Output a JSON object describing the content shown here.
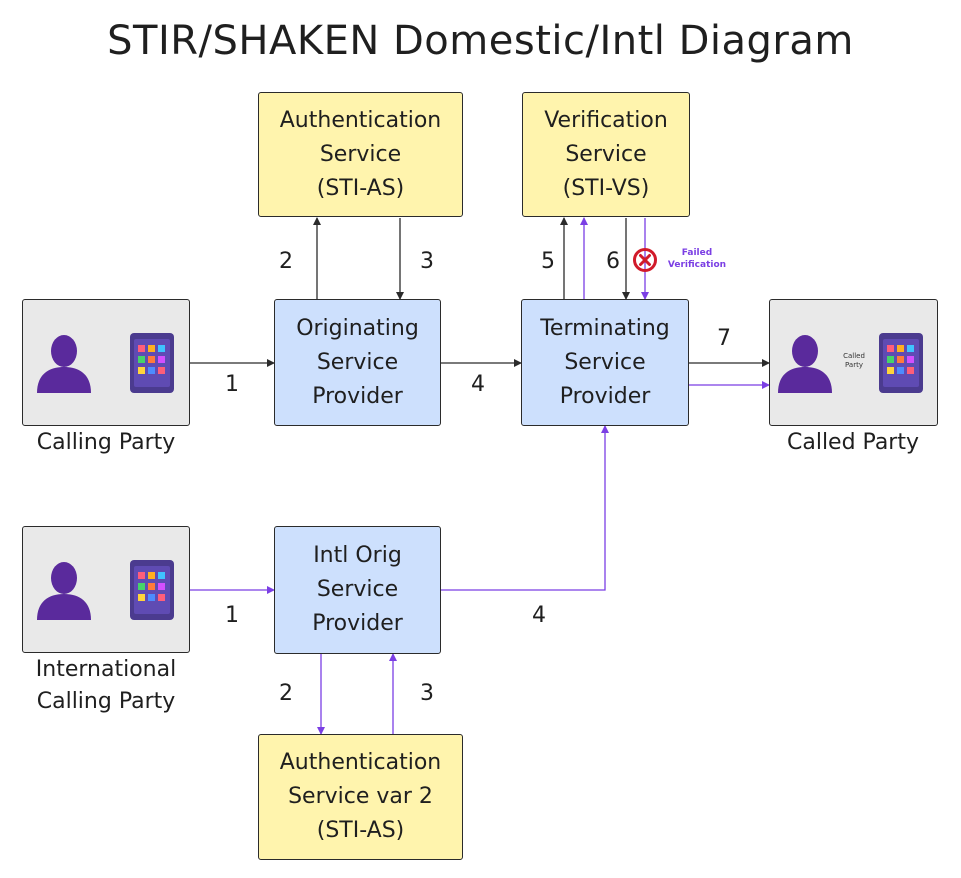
{
  "title": "STIR/SHAKEN Domestic/Intl Diagram",
  "boxes": {
    "auth_service": "Authentication\nService\n(STI-AS)",
    "verification_service": "Verification\nService\n(STI-VS)",
    "originating_sp": "Originating\nService\nProvider",
    "terminating_sp": "Terminating\nService\nProvider",
    "intl_orig_sp": "Intl Orig\nService\nProvider",
    "auth_service_2": "Authentication\nService var 2\n(STI-AS)"
  },
  "parties": {
    "calling": "Calling Party",
    "called": "Called Party",
    "called_inner": "Called\nParty",
    "intl_calling": "International\nCalling Party"
  },
  "steps": {
    "dom_1": "1",
    "dom_2": "2",
    "dom_3": "3",
    "dom_4": "4",
    "dom_5": "5",
    "dom_6": "6",
    "dom_7": "7",
    "intl_1": "1",
    "intl_2": "2",
    "intl_3": "3",
    "intl_4": "4"
  },
  "failed_label": "Failed\nVerification",
  "colors": {
    "yellow": "#fff4ad",
    "blue": "#cde0fd",
    "gray": "#e9e9e9",
    "purple": "#7b3fe4",
    "dark": "#2b2b2b",
    "error_red": "#d11a2a"
  },
  "icons": [
    "person-icon",
    "phone-app-icon",
    "failed-x-icon"
  ]
}
